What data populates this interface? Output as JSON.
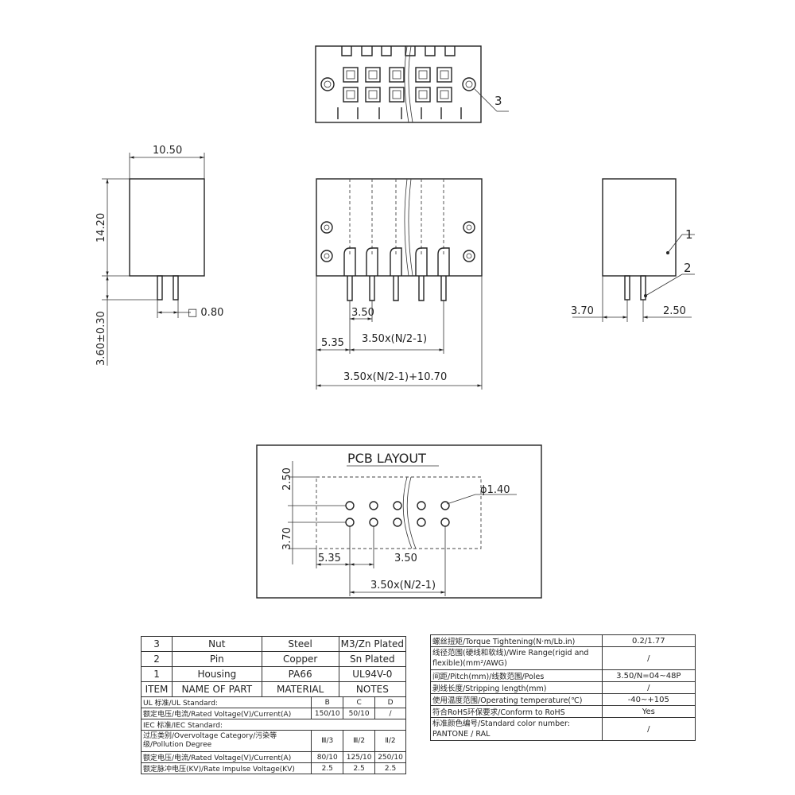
{
  "top_view": {
    "callout_nut": "3"
  },
  "side_view": {
    "width": "10.50",
    "height": "14.20",
    "pin_length": "3.60±0.30",
    "pin_square": "□ 0.80"
  },
  "front_view": {
    "pitch": "3.50",
    "offset": "5.35",
    "span": "3.50x(N/2-1)",
    "total": "3.50x(N/2-1)+10.70"
  },
  "right_view": {
    "callout_housing": "1",
    "callout_pin": "2",
    "left_dim": "3.70",
    "right_dim": "2.50"
  },
  "pcb_layout": {
    "title": "PCB LAYOUT",
    "hole": "ϕ1.40",
    "dim_top": "2.50",
    "dim_row": "3.70",
    "offset": "5.35",
    "pitch": "3.50",
    "span": "3.50x(N/2-1)"
  },
  "parts_table": {
    "rows": [
      {
        "item": "3",
        "name": "Nut",
        "material": "Steel",
        "notes": "M3/Zn Plated"
      },
      {
        "item": "2",
        "name": "Pin",
        "material": "Copper",
        "notes": "Sn Plated"
      },
      {
        "item": "1",
        "name": "Housing",
        "material": "PA66",
        "notes": "UL94V-0"
      }
    ],
    "header": {
      "item": "ITEM",
      "name": "NAME OF PART",
      "material": "MATERIAL",
      "notes": "NOTES"
    },
    "ul_standard": "UL 标准/UL Standard:",
    "ul_cols": [
      "B",
      "C",
      "D"
    ],
    "ul_rated": "额定电压/电流/Rated Voltage(V)/Current(A)",
    "ul_values": [
      "150/10",
      "50/10",
      "/"
    ],
    "iec_standard": "IEC 标准/IEC Standard:",
    "iec_category": "过压类别/Overvoltage Category/污染等级/Pollution Degree",
    "iec_cols": [
      "Ⅲ/3",
      "Ⅲ/2",
      "Ⅱ/2"
    ],
    "iec_rated": "额定电压/电流/Rated Voltage(V)/Current(A)",
    "iec_values": [
      "80/10",
      "125/10",
      "250/10"
    ],
    "impulse": "额定脉冲电压(KV)/Rate Impulse Voltage(KV)",
    "impulse_values": [
      "2.5",
      "2.5",
      "2.5"
    ]
  },
  "spec_table": {
    "rows": [
      {
        "label": "螺丝扭矩/Torque Tightening(N·m/Lb.in)",
        "value": "0.2/1.77"
      },
      {
        "label": "线径范围(硬线和软线)/Wire Range(rigid and flexible)(mm²/AWG)",
        "value": "/"
      },
      {
        "label": "间距/Pitch(mm)/线数范围/Poles",
        "value": "3.50/N=04~48P"
      },
      {
        "label": "剥线长度/Stripping length(mm)",
        "value": "/"
      },
      {
        "label": "使用温度范围/Operating temperature(℃)",
        "value": "-40~+105"
      },
      {
        "label": "符合RoHS环保要求/Conform to RoHS",
        "value": "Yes"
      },
      {
        "label": "标准颜色编号/Standard color number: PANTONE / RAL",
        "value": "/"
      }
    ]
  }
}
